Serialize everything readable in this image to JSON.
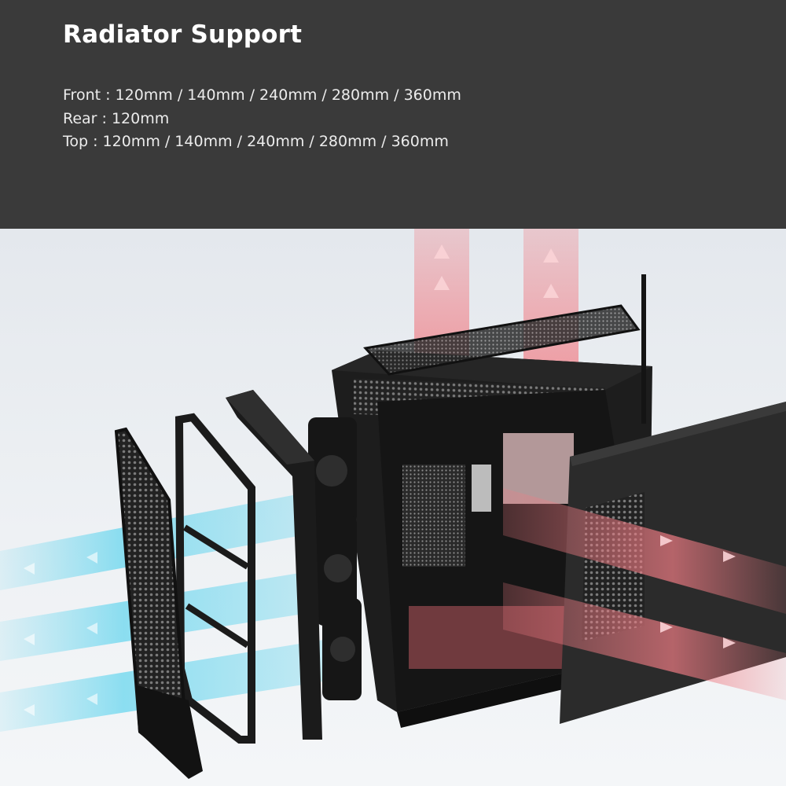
{
  "header": {
    "title": "Radiator Support",
    "specs": {
      "front": "Front : 120mm / 140mm / 240mm / 280mm / 360mm",
      "rear": "Rear : 120mm",
      "top": "Top : 120mm / 140mm / 240mm / 280mm / 360mm"
    }
  },
  "colors": {
    "header_bg": "#3a3a3a",
    "header_text": "#f2f2f2",
    "canvas_bg": "#e8ecf0",
    "case_black": "#1c1c1c",
    "intake_airflow": "#5fd4ee",
    "exhaust_airflow": "#f07c84"
  },
  "illustration": {
    "icons": [
      "front-mesh-panel",
      "front-fan-bracket",
      "front-frame",
      "front-fans",
      "pc-case-chassis",
      "top-dust-filter",
      "side-panel",
      "intake-airflow-arrows",
      "exhaust-airflow-arrows"
    ]
  }
}
